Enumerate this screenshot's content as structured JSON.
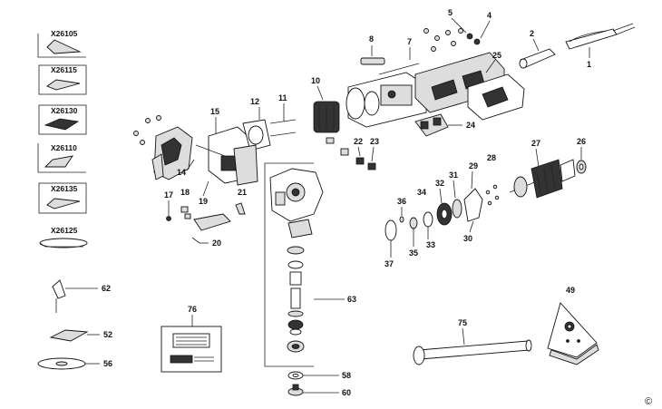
{
  "accessories": [
    "X26105",
    "X26115",
    "X26130",
    "X26110",
    "X26135",
    "X26125"
  ],
  "parts": {
    "p1": "1",
    "p2": "2",
    "p4": "4",
    "p5": "5",
    "p7": "7",
    "p8": "8",
    "p10": "10",
    "p11": "11",
    "p12": "12",
    "p14": "14",
    "p15": "15",
    "p17": "17",
    "p18": "18",
    "p19": "19",
    "p20": "20",
    "p21": "21",
    "p22": "22",
    "p23": "23",
    "p24": "24",
    "p25": "25",
    "p26": "26",
    "p27": "27",
    "p28": "28",
    "p29": "29",
    "p30": "30",
    "p31": "31",
    "p32": "32",
    "p33": "33",
    "p34": "34",
    "p35": "35",
    "p36": "36",
    "p37": "37",
    "p49": "49",
    "p52": "52",
    "p56": "56",
    "p58": "58",
    "p60": "60",
    "p62": "62",
    "p63": "63",
    "p75": "75",
    "p76": "76"
  },
  "footer_mark": "©"
}
